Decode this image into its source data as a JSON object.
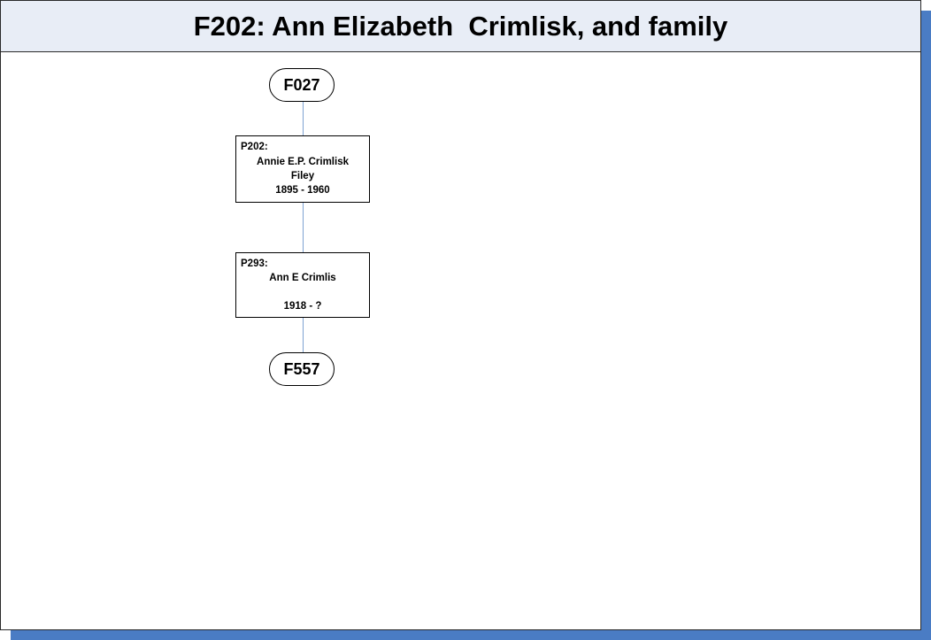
{
  "title": "F202: Ann Elizabeth  Crimlisk, and family",
  "colors": {
    "shadow": "#4a7cc4",
    "header_bg": "#e8edf6",
    "connector": "#7fa3d3"
  },
  "families": {
    "parent": {
      "id": "F027"
    },
    "child": {
      "id": "F557"
    }
  },
  "persons": [
    {
      "id": "P202:",
      "name": "Annie E.P. Crimlisk",
      "place": "Filey",
      "dates": "1895 - 1960"
    },
    {
      "id": "P293:",
      "name": "Ann E Crimlis",
      "place": "",
      "dates": "1918 - ?"
    }
  ]
}
